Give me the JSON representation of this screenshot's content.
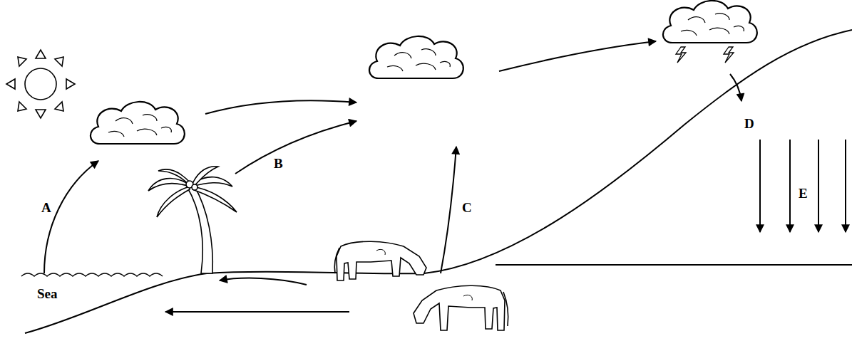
{
  "diagram": {
    "labels": [
      "A",
      "B",
      "C",
      "D",
      "E",
      "Sea"
    ]
  }
}
